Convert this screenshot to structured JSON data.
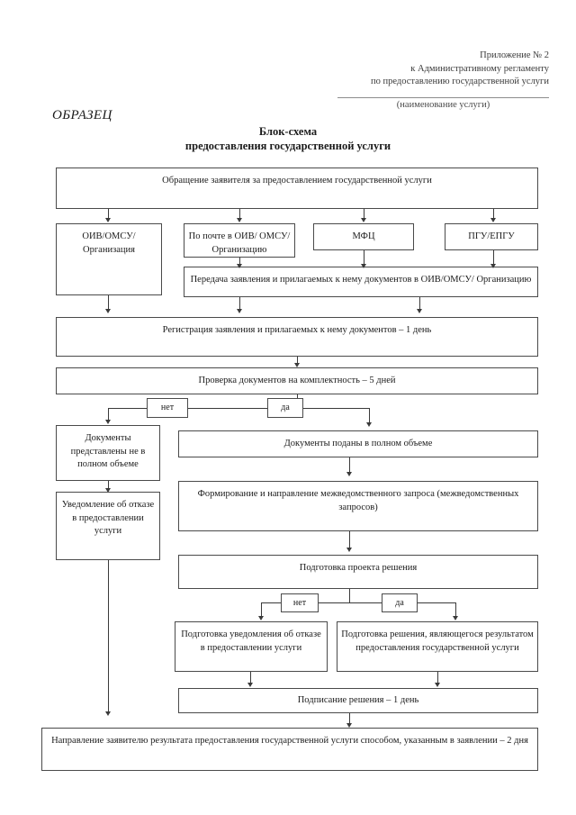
{
  "header": {
    "line1": "Приложение № 2",
    "line2": "к Административному регламенту",
    "line3": "по предоставлению государственной услуги",
    "caption": "(наименование услуги)"
  },
  "sample_label": "ОБРАЗЕЦ",
  "title": {
    "line1": "Блок-схема",
    "line2": "предоставления государственной услуги"
  },
  "flowchart": {
    "type": "flowchart",
    "nodes": {
      "start": "Обращение заявителя за предоставлением государственной услуги",
      "channel_oiv": "ОИВ/ОМСУ/ Организация",
      "channel_mail": "По почте в ОИВ/ ОМСУ/Организацию",
      "channel_mfc": "МФЦ",
      "channel_pgu": "ПГУ/ЕПГУ",
      "transfer": "Передача заявления и прилагаемых к нему документов в ОИВ/ОМСУ/ Организацию",
      "registration": "Регистрация заявления и прилагаемых к нему документов – 1 день",
      "check": "Проверка документов на комплектность – 5 дней",
      "incomplete": "Документы представлены не в полном объеме",
      "refusal_notice": "Уведомление об отказе в предоставлении услуги",
      "complete": "Документы поданы в полном объеме",
      "interagency": "Формирование и направление межведомственного запроса (межведомственных запросов)",
      "draft_decision": "Подготовка проекта решения",
      "prepare_refusal": "Подготовка уведомления об отказе в предоставлении услуги",
      "prepare_decision": "Подготовка решения, являющегося результатом предоставления государственной услуги",
      "signing": "Подписание решения – 1 день",
      "final": "Направление заявителю результата предоставления государственной услуги способом, указанным в заявлении – 2 дня"
    },
    "decision_labels": {
      "no_1": "нет",
      "yes_1": "да",
      "no_2": "нет",
      "yes_2": "да"
    }
  }
}
